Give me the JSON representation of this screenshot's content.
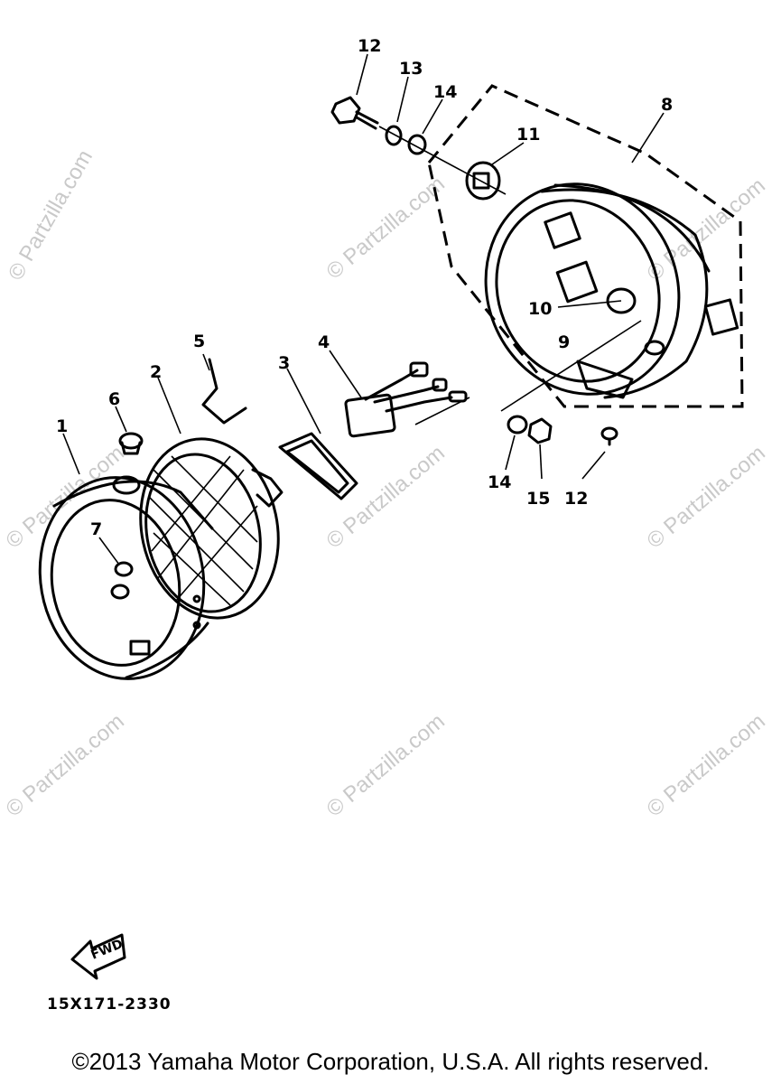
{
  "watermarks": {
    "side": "© Partzilla.com",
    "tile": "© Partzilla.com"
  },
  "callouts": {
    "p1": "1",
    "p2": "2",
    "p3": "3",
    "p4": "4",
    "p5": "5",
    "p6": "6",
    "p7": "7",
    "p8": "8",
    "p9": "9",
    "p10": "10",
    "p11": "11",
    "p12_top": "12",
    "p13": "13",
    "p14_top": "14",
    "p14_bottom": "14",
    "p15": "15",
    "p12_bottom": "12"
  },
  "fwd_label": "FWD",
  "diagram_code": "15X171-2330",
  "copyright": "©2013 Yamaha Motor Corporation, U.S.A. All rights reserved."
}
